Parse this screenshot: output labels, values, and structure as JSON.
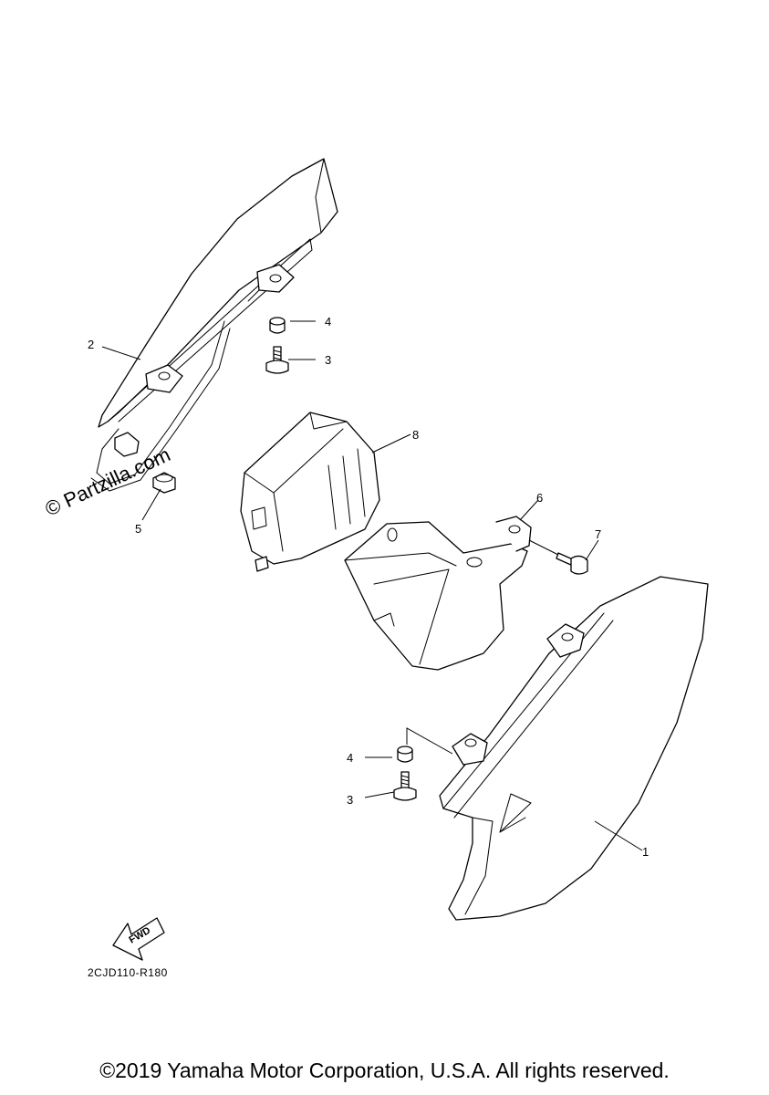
{
  "callouts": {
    "c1": "1",
    "c2": "2",
    "c3a": "3",
    "c3b": "3",
    "c4a": "4",
    "c4b": "4",
    "c5": "5",
    "c6": "6",
    "c7": "7",
    "c8": "8"
  },
  "watermark": "© Partzilla.com",
  "fwd_label": "FWD",
  "diagram_code": "2CJD110-R180",
  "copyright": "©2019 Yamaha Motor Corporation, U.S.A. All rights reserved."
}
